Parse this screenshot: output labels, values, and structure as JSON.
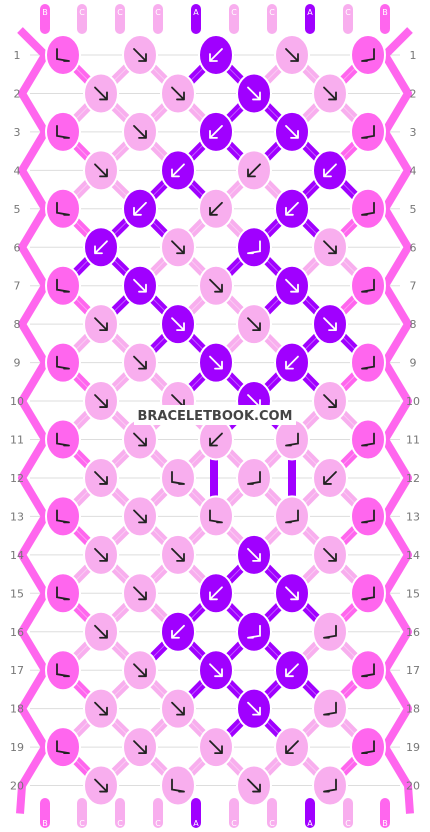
{
  "site": {
    "watermark": "BRACELETBOOK.COM"
  },
  "colors": {
    "A": "#a000ff",
    "B": "#ff66ee",
    "C": "#f8aeee"
  },
  "strands_top": [
    "B",
    "C",
    "C",
    "C",
    "A",
    "C",
    "C",
    "A",
    "C",
    "B"
  ],
  "strands_bottom": [
    "B",
    "C",
    "C",
    "C",
    "A",
    "C",
    "C",
    "A",
    "C",
    "B"
  ],
  "row_labels": [
    "1",
    "2",
    "3",
    "4",
    "5",
    "6",
    "7",
    "8",
    "9",
    "10",
    "11",
    "12",
    "13",
    "14",
    "15",
    "16",
    "17",
    "18",
    "19",
    "20"
  ],
  "knot_rows": [
    [
      {
        "c": "B",
        "s": "bf"
      },
      {
        "c": "C",
        "s": "f"
      },
      {
        "c": "A",
        "s": "b"
      },
      {
        "c": "C",
        "s": "f"
      },
      {
        "c": "B",
        "s": "fb"
      }
    ],
    [
      {
        "c": "C",
        "s": "f"
      },
      {
        "c": "C",
        "s": "f"
      },
      {
        "c": "A",
        "s": "f"
      },
      {
        "c": "C",
        "s": "f"
      }
    ],
    [
      {
        "c": "B",
        "s": "bf"
      },
      {
        "c": "C",
        "s": "f"
      },
      {
        "c": "A",
        "s": "b"
      },
      {
        "c": "A",
        "s": "f"
      },
      {
        "c": "B",
        "s": "fb"
      }
    ],
    [
      {
        "c": "C",
        "s": "f"
      },
      {
        "c": "A",
        "s": "b"
      },
      {
        "c": "C",
        "s": "b"
      },
      {
        "c": "A",
        "s": "b"
      }
    ],
    [
      {
        "c": "B",
        "s": "bf"
      },
      {
        "c": "A",
        "s": "b"
      },
      {
        "c": "C",
        "s": "b"
      },
      {
        "c": "A",
        "s": "b"
      },
      {
        "c": "B",
        "s": "fb"
      }
    ],
    [
      {
        "c": "A",
        "s": "b"
      },
      {
        "c": "C",
        "s": "f"
      },
      {
        "c": "A",
        "s": "fb"
      },
      {
        "c": "C",
        "s": "f"
      }
    ],
    [
      {
        "c": "B",
        "s": "bf"
      },
      {
        "c": "A",
        "s": "f"
      },
      {
        "c": "C",
        "s": "f"
      },
      {
        "c": "A",
        "s": "f"
      },
      {
        "c": "B",
        "s": "fb"
      }
    ],
    [
      {
        "c": "C",
        "s": "f"
      },
      {
        "c": "A",
        "s": "f"
      },
      {
        "c": "C",
        "s": "f"
      },
      {
        "c": "A",
        "s": "f"
      }
    ],
    [
      {
        "c": "B",
        "s": "bf"
      },
      {
        "c": "C",
        "s": "f"
      },
      {
        "c": "A",
        "s": "f"
      },
      {
        "c": "A",
        "s": "b"
      },
      {
        "c": "B",
        "s": "fb"
      }
    ],
    [
      {
        "c": "C",
        "s": "f"
      },
      {
        "c": "C",
        "s": "f"
      },
      {
        "c": "A",
        "s": "f"
      },
      {
        "c": "C",
        "s": "f"
      }
    ],
    [
      {
        "c": "B",
        "s": "bf"
      },
      {
        "c": "C",
        "s": "f"
      },
      {
        "c": "C",
        "s": "b"
      },
      {
        "c": "C",
        "s": "fb"
      },
      {
        "c": "B",
        "s": "fb"
      }
    ],
    [
      {
        "c": "C",
        "s": "f"
      },
      {
        "c": "C",
        "s": "bf"
      },
      {
        "c": "C",
        "s": "fb"
      },
      {
        "c": "C",
        "s": "b"
      }
    ],
    [
      {
        "c": "B",
        "s": "bf"
      },
      {
        "c": "C",
        "s": "f"
      },
      {
        "c": "C",
        "s": "bf"
      },
      {
        "c": "C",
        "s": "fb"
      },
      {
        "c": "B",
        "s": "fb"
      }
    ],
    [
      {
        "c": "C",
        "s": "f"
      },
      {
        "c": "C",
        "s": "f"
      },
      {
        "c": "A",
        "s": "f"
      },
      {
        "c": "C",
        "s": "f"
      }
    ],
    [
      {
        "c": "B",
        "s": "bf"
      },
      {
        "c": "C",
        "s": "f"
      },
      {
        "c": "A",
        "s": "b"
      },
      {
        "c": "A",
        "s": "f"
      },
      {
        "c": "B",
        "s": "fb"
      }
    ],
    [
      {
        "c": "C",
        "s": "f"
      },
      {
        "c": "A",
        "s": "b"
      },
      {
        "c": "A",
        "s": "fb"
      },
      {
        "c": "C",
        "s": "fb"
      }
    ],
    [
      {
        "c": "B",
        "s": "bf"
      },
      {
        "c": "C",
        "s": "f"
      },
      {
        "c": "A",
        "s": "f"
      },
      {
        "c": "A",
        "s": "b"
      },
      {
        "c": "B",
        "s": "fb"
      }
    ],
    [
      {
        "c": "C",
        "s": "f"
      },
      {
        "c": "C",
        "s": "f"
      },
      {
        "c": "A",
        "s": "f"
      },
      {
        "c": "C",
        "s": "fb"
      }
    ],
    [
      {
        "c": "B",
        "s": "bf"
      },
      {
        "c": "C",
        "s": "f"
      },
      {
        "c": "C",
        "s": "f"
      },
      {
        "c": "C",
        "s": "b"
      },
      {
        "c": "B",
        "s": "fb"
      }
    ],
    [
      {
        "c": "C",
        "s": "f"
      },
      {
        "c": "C",
        "s": "bf"
      },
      {
        "c": "C",
        "s": "f"
      },
      {
        "c": "C",
        "s": "fb"
      }
    ]
  ]
}
